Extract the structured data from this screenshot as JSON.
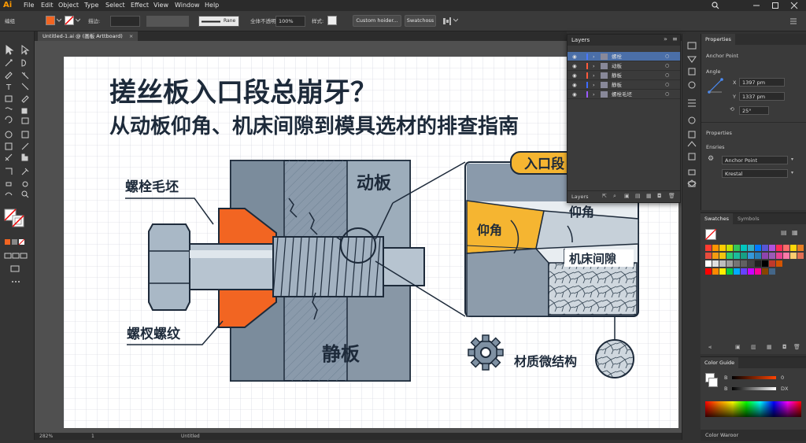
{
  "app": {
    "logo": "Ai"
  },
  "menu": [
    "File",
    "Edit",
    "Object",
    "Type",
    "Select",
    "Effect",
    "View",
    "Window",
    "Help"
  ],
  "control": {
    "selection_label": "编组",
    "stroke_label": "描边:",
    "brush_name": "Rane",
    "opacity_label": "全体不透明:",
    "opacity_value": "100%",
    "style_label": "样式:",
    "custom_button": "Custom hoider...",
    "swatches_button": "Swatchoss"
  },
  "document": {
    "tab_label": "Untitled-1.ai @ (画板 Arttboard)"
  },
  "status": {
    "zoom": "282%",
    "page": "1",
    "doc_state": "Untitled"
  },
  "layers": {
    "title": "Layers",
    "footer_label": "Layers",
    "items": [
      {
        "name": "螺栓",
        "color": "#4a78ff"
      },
      {
        "name": "动板",
        "color": "#ff5a3c"
      },
      {
        "name": "静板",
        "color": "#ff5a3c"
      },
      {
        "name": "静板",
        "color": "#3f6cff"
      },
      {
        "name": "螺栓毛坯",
        "color": "#9a5cff"
      }
    ]
  },
  "properties": {
    "title": "Properties",
    "anchor_label": "Anchor Point",
    "angle_label": "Angle",
    "x_label": "X",
    "x_value": "1397 pm",
    "y_label": "Y",
    "y_value": "1337 pm",
    "angle_value": "25°",
    "section2": "Properties",
    "ensures_label": "Ensries",
    "anchor_button": "Anchor Point",
    "krestal_label": "Krestal"
  },
  "swatches": {
    "tab1": "Swatches",
    "tab2": "Symbols",
    "row1": [
      "#ff3b30",
      "#ff9500",
      "#ffcc00",
      "#c8e000",
      "#34c759",
      "#00c7be",
      "#30b0c7",
      "#007aff",
      "#5856d6",
      "#af52de",
      "#ff2d55",
      "#ff6b6b",
      "#ffd60a",
      "#e67e22"
    ],
    "row2": [
      "#e74c3c",
      "#f39c12",
      "#f1c40f",
      "#2ecc71",
      "#1abc9c",
      "#16a085",
      "#3498db",
      "#2980b9",
      "#8e44ad",
      "#9b59b6",
      "#e84393",
      "#fd79a8",
      "#fdcb6e",
      "#e17055"
    ],
    "row3": [
      "#ffffff",
      "#e0e0e0",
      "#bdbdbd",
      "#9e9e9e",
      "#757575",
      "#616161",
      "#424242",
      "#212121",
      "#000000",
      "#c0392b",
      "#d35400"
    ],
    "row4": [
      "#ff0000",
      "#ff8800",
      "#ffee00",
      "#00cc44",
      "#00aaff",
      "#6644ff",
      "#cc00ff",
      "#ff0099",
      "#884400",
      "#446688"
    ]
  },
  "color_guide": {
    "title": "Color Guide",
    "b_label": "B",
    "b_value": "0",
    "d_label": "B",
    "d_value": "DX",
    "footer": "Color Waroor"
  },
  "artwork": {
    "title": "搓丝板入口段总崩牙？",
    "subtitle": "从动板仰角、机床间隙到模具选材的排查指南",
    "label_blank": "螺栓毛坯",
    "label_moving": "动板",
    "label_thread": "螺杈螺纹",
    "label_static": "静板",
    "badge_entry": "入口段",
    "label_angle_left": "仰角",
    "label_angle_right": "仰角",
    "label_gap": "机床间隙",
    "label_material": "材质微结构"
  }
}
